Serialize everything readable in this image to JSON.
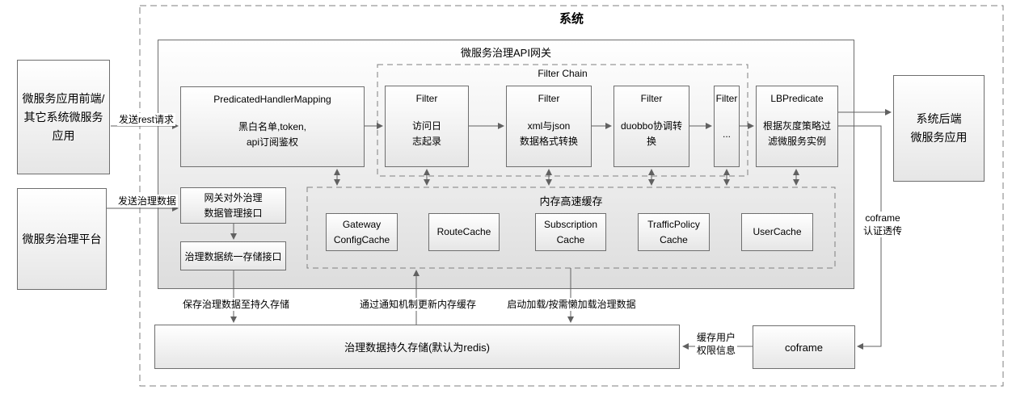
{
  "system": {
    "title": "系统"
  },
  "gateway": {
    "title": "微服务治理API网关"
  },
  "filter_chain": {
    "title": "Filter Chain"
  },
  "cache_area": {
    "title": "内存高速缓存"
  },
  "nodes": {
    "frontend": {
      "label": "微服务应用前端/\n其它系统微服务\n应用"
    },
    "platform": {
      "label": "微服务治理平台"
    },
    "handler_mapping": {
      "title": "PredicatedHandlerMapping",
      "body": "黑白名单,token,\napi订阅鉴权"
    },
    "filter_log": {
      "title": "Filter",
      "body": "访问日\n志起录"
    },
    "filter_xml_json": {
      "title": "Filter",
      "body": "xml与json\n数据格式转换"
    },
    "filter_dubbo": {
      "title": "Filter",
      "body": "duobbo协调转\n换"
    },
    "filter_more": {
      "title": "Filter",
      "body": "..."
    },
    "lb_predicate": {
      "title": "LBPredicate",
      "body": "根据灰度策略过\n滤微服务实例"
    },
    "backend": {
      "label": "系统后端\n微服务应用"
    },
    "gov_admin_api": {
      "label": "网关对外治理\n数据管理接口"
    },
    "gov_storage_api": {
      "label": "治理数据统一存储接口"
    },
    "cache_gateway_config": {
      "label": "Gateway\nConfigCache"
    },
    "cache_route": {
      "label": "RouteCache"
    },
    "cache_subscription": {
      "label": "Subscription\nCache"
    },
    "cache_traffic_policy": {
      "label": "TrafficPolicy\nCache"
    },
    "cache_user": {
      "label": "UserCache"
    },
    "persistent_store": {
      "label": "治理数据持久存储(默认为redis)"
    },
    "coframe": {
      "label": "coframe"
    }
  },
  "edge_labels": {
    "send_rest": "发送rest请求",
    "send_gov_data": "发送治理数据",
    "save_to_persist": "保存治理数据至持久存储",
    "notify_update_cache": "通过通知机制更新内存缓存",
    "lazy_load": "启动加载/按需懒加载治理数据",
    "coframe_auth": "coframe\n认证透传",
    "cache_user_perm": "缓存用户\n权限信息"
  },
  "colors": {
    "line": "#616161",
    "solid_border": "#6e6e6e",
    "dashed_border": "#7f7f7f",
    "box_fill_top": "#ffffff",
    "box_fill_bottom": "#e6e6e6"
  }
}
